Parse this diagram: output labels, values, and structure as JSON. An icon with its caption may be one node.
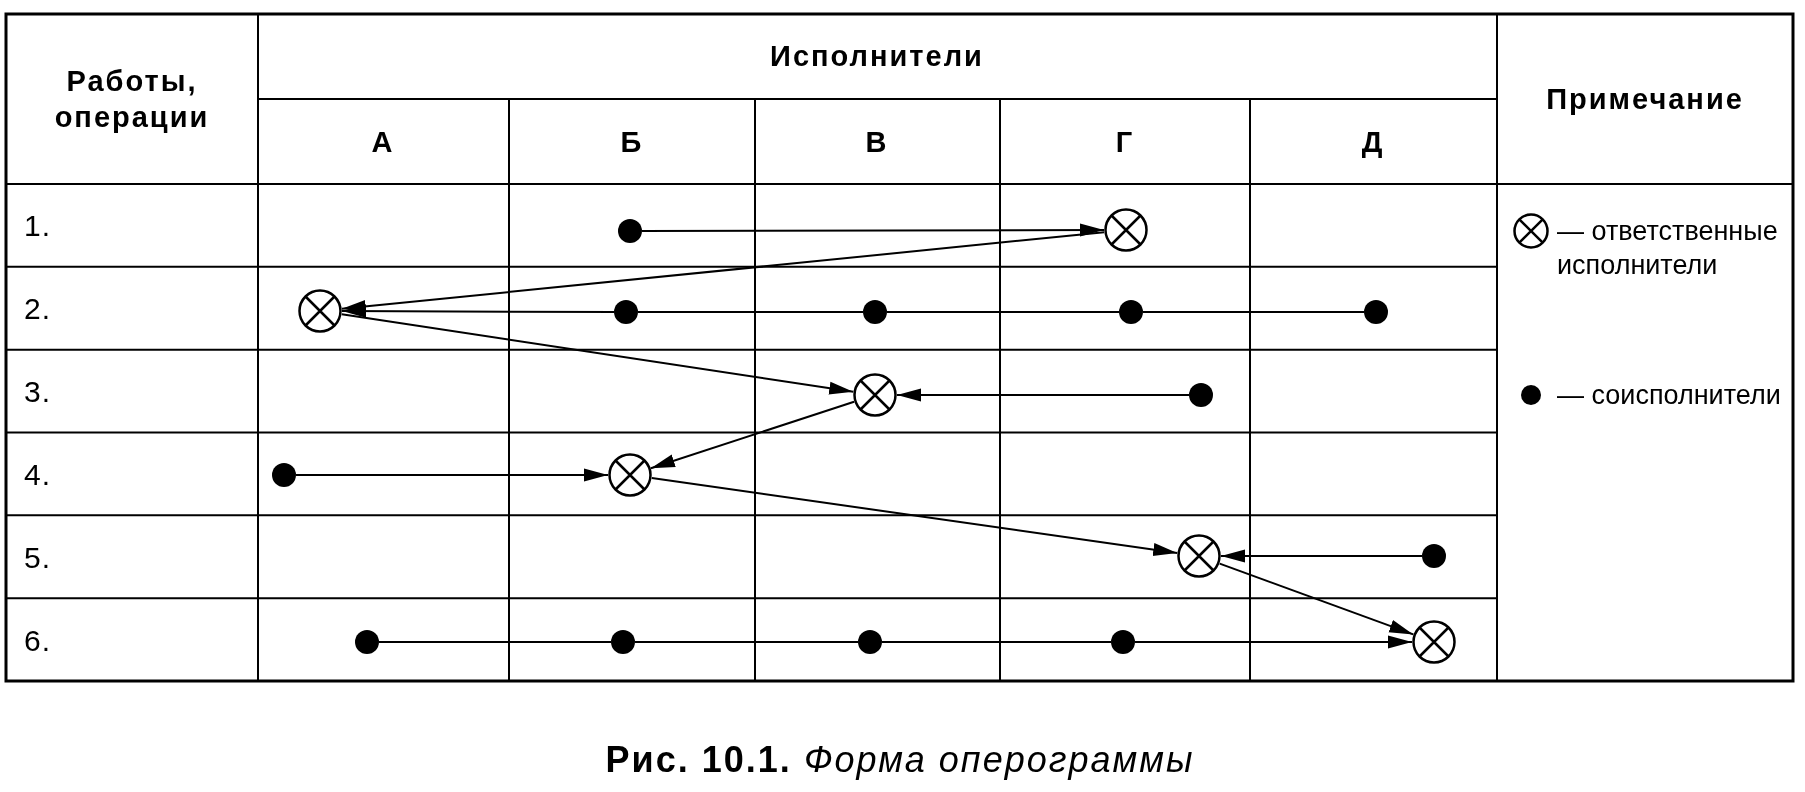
{
  "diagram": {
    "caption": "**Рис. 10.1.** *Форма оперограммы*",
    "nodes": [
      {
        "text": [],
        "shape": "dot"
      },
      {
        "text": [],
        "shape": "circle"
      },
      {
        "text": [],
        "shape": "circle"
      },
      {
        "text": [],
        "shape": "dot"
      },
      {
        "text": [],
        "shape": "dot"
      },
      {
        "text": [],
        "shape": "dot"
      },
      {
        "text": [],
        "shape": "dot"
      },
      {
        "text": [],
        "shape": "circle"
      },
      {
        "text": [],
        "shape": "dot"
      },
      {
        "text": [],
        "shape": "dot"
      },
      {
        "text": [],
        "shape": "circle"
      },
      {
        "text": [],
        "shape": "circle"
      },
      {
        "text": [],
        "shape": "dot"
      },
      {
        "text": [],
        "shape": "dot"
      },
      {
        "text": [],
        "shape": "dot"
      },
      {
        "text": [],
        "shape": "dot"
      },
      {
        "text": [],
        "shape": "dot"
      },
      {
        "text": [],
        "shape": "circle"
      }
    ],
    "edges": [
      {
        "from": 0,
        "to": 1,
        "arrow": "to"
      },
      {
        "from": 1,
        "to": 2,
        "arrow": "to"
      },
      {
        "from": 6,
        "to": 5,
        "arrow": "none"
      },
      {
        "from": 5,
        "to": 4,
        "arrow": "none"
      },
      {
        "from": 4,
        "to": 3,
        "arrow": "none"
      },
      {
        "from": 3,
        "to": 2,
        "arrow": "to"
      },
      {
        "from": 2,
        "to": 7,
        "arrow": "to"
      },
      {
        "from": 8,
        "to": 7,
        "arrow": "to"
      },
      {
        "from": 7,
        "to": 10,
        "arrow": "to"
      },
      {
        "from": 9,
        "to": 10,
        "arrow": "to"
      },
      {
        "from": 10,
        "to": 11,
        "arrow": "to"
      },
      {
        "from": 12,
        "to": 11,
        "arrow": "to"
      },
      {
        "from": 11,
        "to": 17,
        "arrow": "to"
      },
      {
        "from": 13,
        "to": 14,
        "arrow": "none"
      },
      {
        "from": 14,
        "to": 15,
        "arrow": "none"
      },
      {
        "from": 15,
        "to": 16,
        "arrow": "none"
      },
      {
        "from": 16,
        "to": 17,
        "arrow": "to"
      }
    ],
    "labels": [
      "Работы, операции",
      "Исполнители",
      "Примечание",
      "А",
      "Б",
      "В",
      "Г",
      "Д",
      "1.",
      "2.",
      "3.",
      "4.",
      "5.",
      "6."
    ],
    "legend": [
      {
        "text": "— ответственные исполнители"
      },
      {
        "text": "— соисполнители"
      }
    ]
  }
}
